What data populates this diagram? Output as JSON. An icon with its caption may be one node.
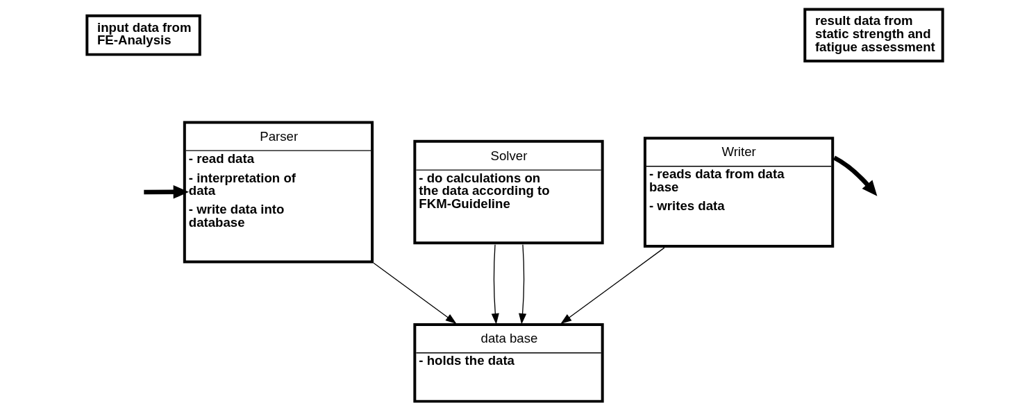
{
  "diagram": {
    "nodes": [
      {
        "text": [
          "input data from FE-Analysis"
        ]
      },
      {
        "text": [
          "Parser",
          "- read data",
          "- interpretation of data",
          "- write data into database"
        ]
      },
      {
        "text": [
          "Solver",
          "- do calculations on the data according to FKM-Guideline"
        ]
      },
      {
        "text": [
          "Writer",
          "- reads data from data base",
          "- writes data"
        ]
      },
      {
        "text": [
          "result data from static strength and fatigue assessment"
        ]
      },
      {
        "text": [
          "data base",
          "- holds the data"
        ]
      }
    ],
    "edges": [
      {
        "from": null,
        "to": 1,
        "arrow": "to",
        "style": "thick"
      },
      {
        "from": 3,
        "to": null,
        "arrow": "to",
        "style": "thick"
      },
      {
        "from": 1,
        "to": 5,
        "arrow": "to"
      },
      {
        "from": 2,
        "to": 5,
        "arrow": "to"
      },
      {
        "from": 2,
        "to": 5,
        "arrow": "to"
      },
      {
        "from": 3,
        "to": 5,
        "arrow": "to"
      }
    ]
  }
}
